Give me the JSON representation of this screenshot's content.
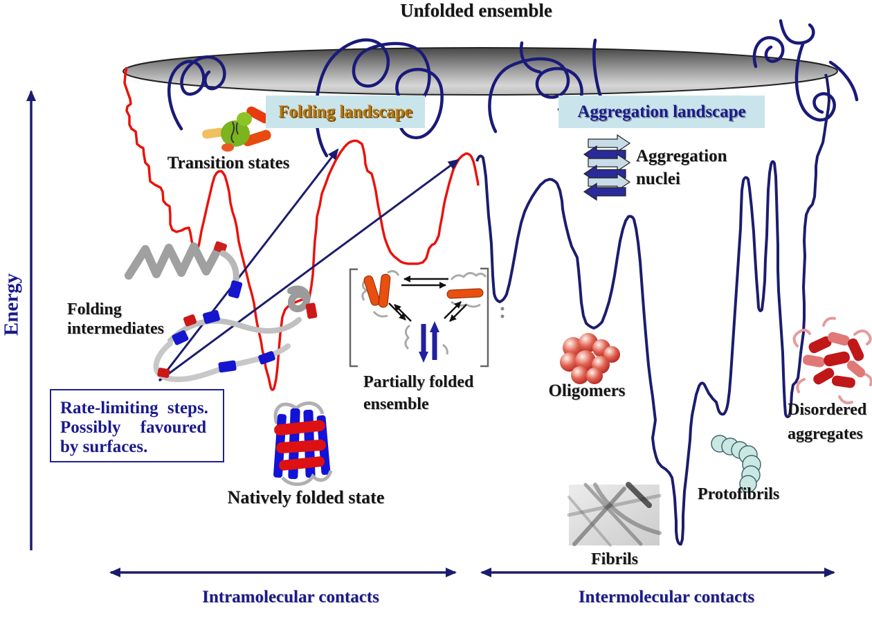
{
  "figure": {
    "title": "Unfolded ensemble",
    "energy_axis_label": "Energy",
    "landscape_labels": {
      "folding": "Folding landscape",
      "aggregation": "Aggregation landscape"
    },
    "annotations": {
      "transition_states": "Transition states",
      "folding_intermediates": {
        "line1": "Folding",
        "line2": "intermediates"
      },
      "rate_limiting": {
        "line1": "Rate-limiting steps.",
        "line2": "Possibly favoured",
        "line3": "by surfaces."
      },
      "natively_folded": "Natively folded state",
      "partially_folded": {
        "line1": "Partially folded",
        "line2": "ensemble"
      },
      "aggregation_nuclei": {
        "line1": "Aggregation",
        "line2": "nuclei"
      },
      "oligomers": "Oligomers",
      "disordered_aggregates": {
        "line1": "Disordered",
        "line2": "aggregates"
      },
      "protofibrils": "Protofibrils",
      "fibrils": "Fibrils"
    },
    "x_axis": {
      "left_label": "Intramolecular contacts",
      "right_label": "Intermolecular contacts"
    },
    "colors": {
      "folding_curve": "#e8130c",
      "aggregation_curve": "#1c1c6e",
      "navy_text": "#1a1a8c",
      "folding_label_text": "#b8770f",
      "landscape_label_bg": "#c9e5eb"
    }
  }
}
